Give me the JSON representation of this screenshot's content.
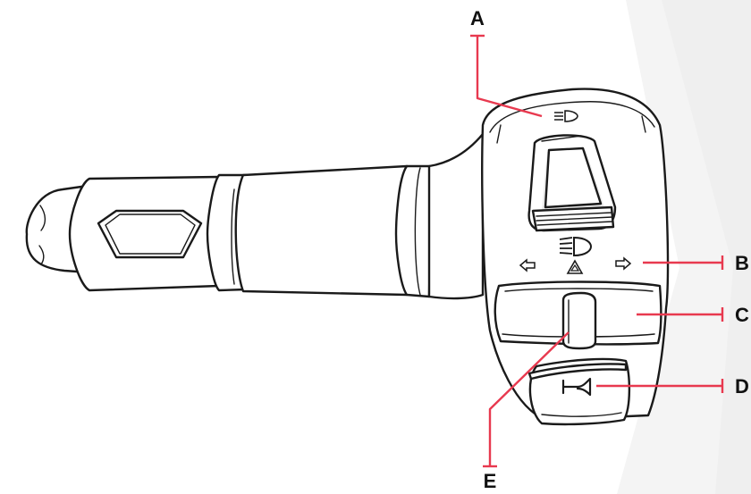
{
  "colors": {
    "callout": "#e8394f",
    "outline": "#1a1a1a",
    "background_band": "#f3f3f3"
  },
  "callouts": [
    {
      "id": "A",
      "label": "A"
    },
    {
      "id": "B",
      "label": "B"
    },
    {
      "id": "C",
      "label": "C"
    },
    {
      "id": "D",
      "label": "D"
    },
    {
      "id": "E",
      "label": "E"
    }
  ],
  "icons": {
    "high_beam": "headlight-high-beam-icon",
    "hazard": "hazard-triangle-icon",
    "turn_left": "turn-left-arrow-icon",
    "turn_right": "turn-right-arrow-icon",
    "horn": "horn-icon"
  }
}
